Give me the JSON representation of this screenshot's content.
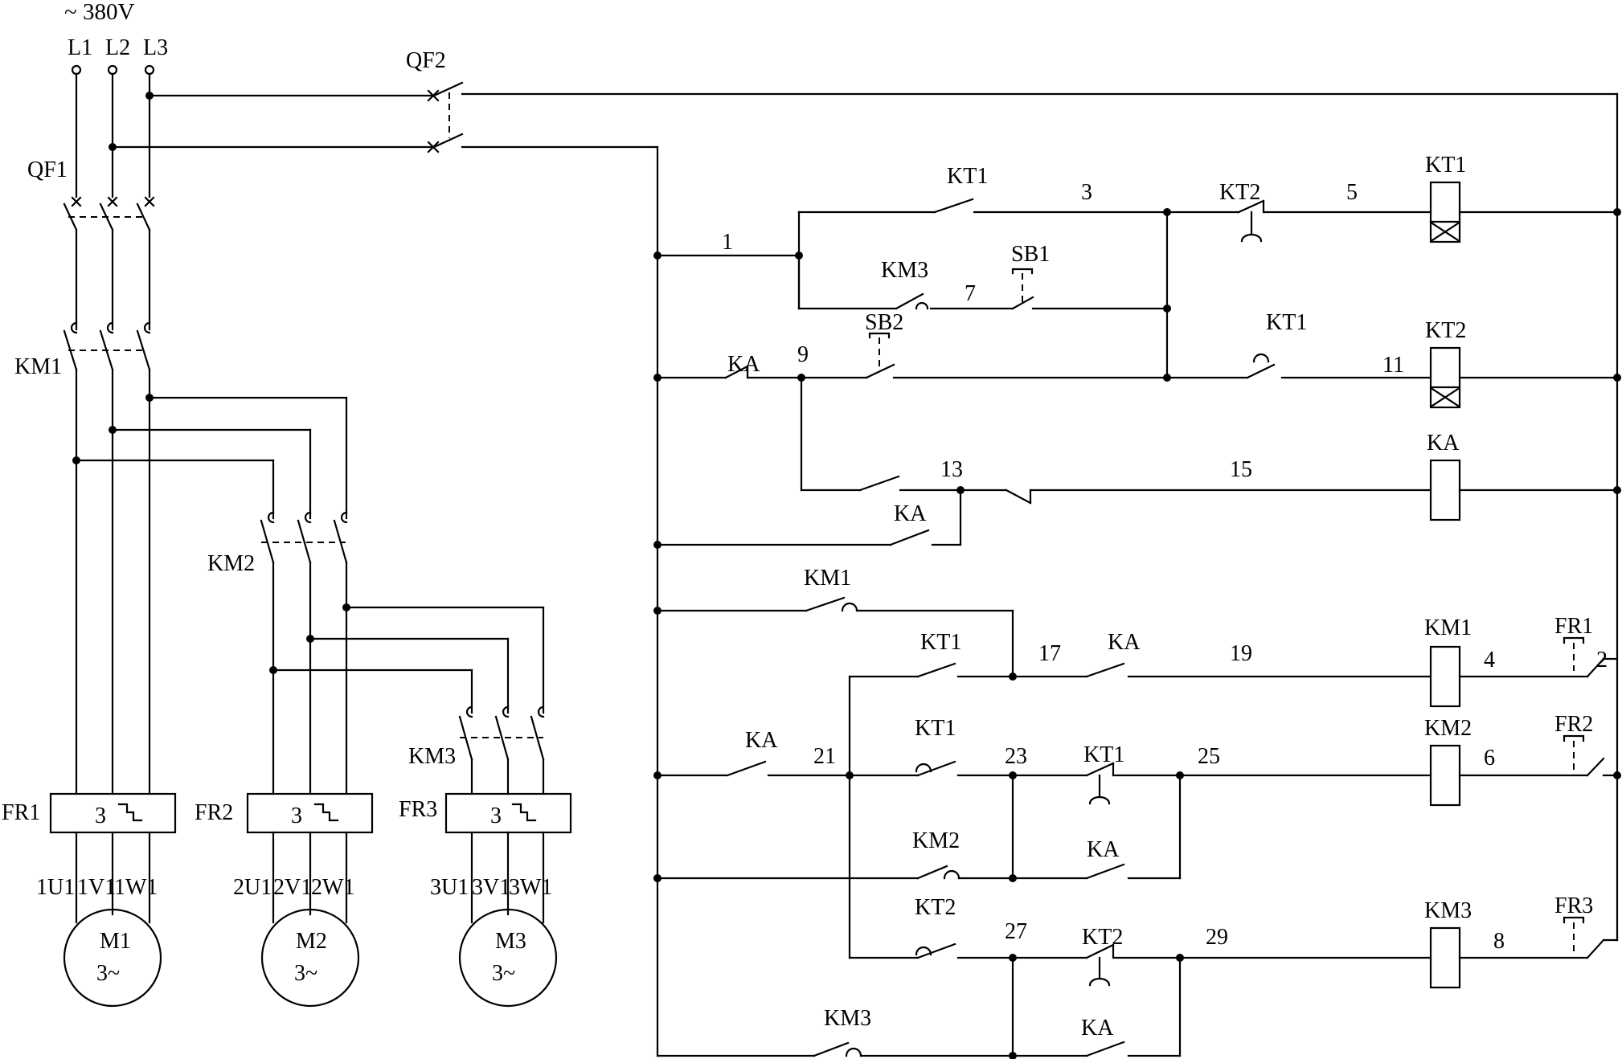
{
  "supply": {
    "voltage": "~ 380V",
    "phases": [
      "L1",
      "L2",
      "L3"
    ]
  },
  "breakers": {
    "main": "QF1",
    "control": "QF2"
  },
  "contactors": {
    "km1": "KM1",
    "km2": "KM2",
    "km3": "KM3"
  },
  "overloads": {
    "fr1": "FR1",
    "fr2": "FR2",
    "fr3": "FR3",
    "block_text": "3"
  },
  "terminals": {
    "m1": [
      "1U1",
      "1V1",
      "1W1"
    ],
    "m2": [
      "2U1",
      "2V1",
      "2W1"
    ],
    "m3": [
      "3U1",
      "3V1",
      "3W1"
    ]
  },
  "motors": [
    {
      "name": "M1",
      "rating": "3~"
    },
    {
      "name": "M2",
      "rating": "3~"
    },
    {
      "name": "M3",
      "rating": "3~"
    }
  ],
  "control": {
    "contacts": {
      "kt1": "KT1",
      "kt2": "KT2",
      "km1": "KM1",
      "km2": "KM2",
      "km3": "KM3",
      "ka": "KA",
      "sb1": "SB1",
      "sb2": "SB2"
    },
    "coils": [
      "KT1",
      "KT2",
      "KA",
      "KM1",
      "KM2",
      "KM3"
    ],
    "nodes": [
      "1",
      "2",
      "3",
      "4",
      "5",
      "6",
      "7",
      "8",
      "9",
      "11",
      "13",
      "15",
      "17",
      "19",
      "21",
      "23",
      "25",
      "27",
      "29"
    ]
  }
}
